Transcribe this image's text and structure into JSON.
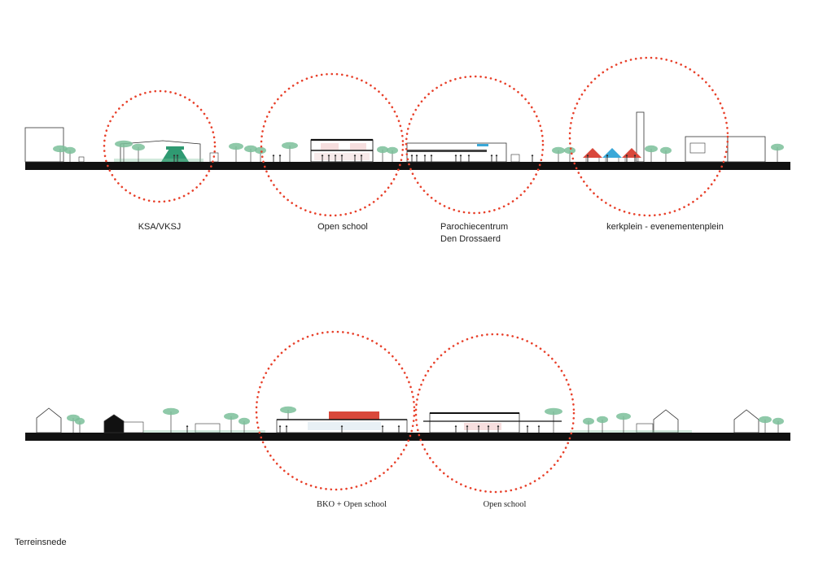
{
  "colors": {
    "ground": "#111111",
    "circle": "#e8402a",
    "tree": "#7bbf9a",
    "accent_red": "#d9483b",
    "accent_blue": "#3aa8d8",
    "accent_green": "#2f9a72",
    "line": "#333333"
  },
  "section_1": {
    "labels": [
      {
        "text": "KSA/VKSJ"
      },
      {
        "text": "Open school"
      },
      {
        "text": "Parochiecentrum"
      },
      {
        "text": "Den Drossaerd"
      },
      {
        "text": "kerkplein - evenementenplein"
      }
    ]
  },
  "section_2": {
    "labels": [
      {
        "text": "BKO + Open school"
      },
      {
        "text": "Open school"
      }
    ]
  },
  "caption": "Terreinsnede"
}
